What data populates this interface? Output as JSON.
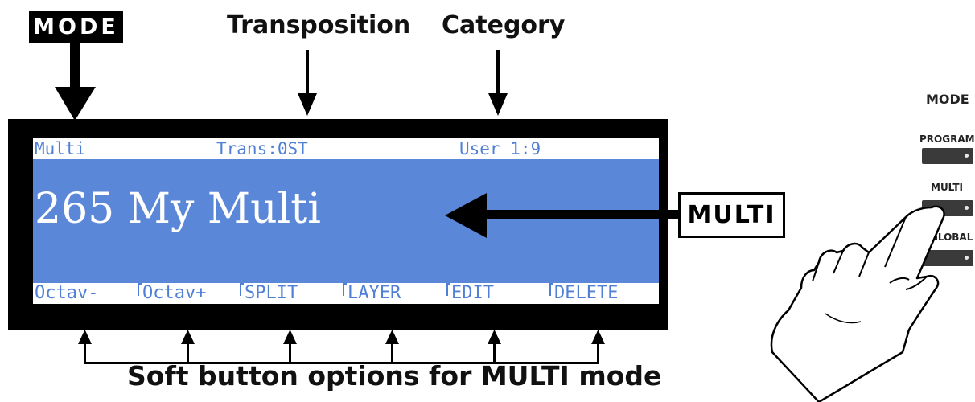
{
  "callouts": {
    "mode": "MODE",
    "transposition": "Transposition",
    "category": "Category",
    "soft_buttons": "Soft button options for MULTI mode",
    "multi_button": "MULTI"
  },
  "lcd": {
    "mode_text": "Multi",
    "transpose_text": "Trans:0ST",
    "category_text": "User 1:9",
    "preset_name": "265 My Multi",
    "softkeys": [
      "Octav-",
      "Octav+",
      "SPLIT",
      "LAYER",
      "EDIT",
      "DELETE"
    ],
    "colors": {
      "screen": "#5b87d8",
      "text": "#4f7fd6",
      "frame": "#000000"
    }
  },
  "panel": {
    "title": "MODE",
    "buttons": [
      {
        "label": "PROGRAM"
      },
      {
        "label": "MULTI"
      },
      {
        "label": "GLOBAL"
      }
    ],
    "pressed": "MULTI"
  }
}
